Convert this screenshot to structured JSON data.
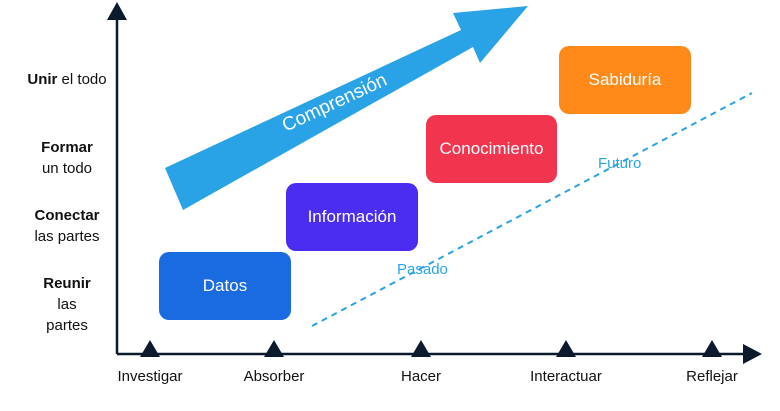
{
  "diagram": {
    "arrow_label": "Comprensión",
    "boxes": [
      {
        "id": "datos",
        "label": "Datos",
        "color": "#1a6be0"
      },
      {
        "id": "informacion",
        "label": "Información",
        "color": "#4a2df0"
      },
      {
        "id": "conocimiento",
        "label": "Conocimiento",
        "color": "#f2354f"
      },
      {
        "id": "sabiduria",
        "label": "Sabiduría",
        "color": "#ff8a1a"
      }
    ],
    "y_labels": [
      {
        "bold": "Unir",
        "rest": " el todo"
      },
      {
        "bold": "Formar",
        "rest": "un todo"
      },
      {
        "bold": "Conectar",
        "rest": "las partes"
      },
      {
        "bold": "Reunir",
        "rest": "las partes"
      }
    ],
    "x_labels": [
      "Investigar",
      "Absorber",
      "Hacer",
      "Interactuar",
      "Reflejar"
    ],
    "dashed_line_labels": {
      "past": "Pasado",
      "future": "Futuro"
    },
    "colors": {
      "axis": "#0c1a2e",
      "arrow": "#2aa3e6",
      "dashed": "#2aa3e6"
    }
  }
}
